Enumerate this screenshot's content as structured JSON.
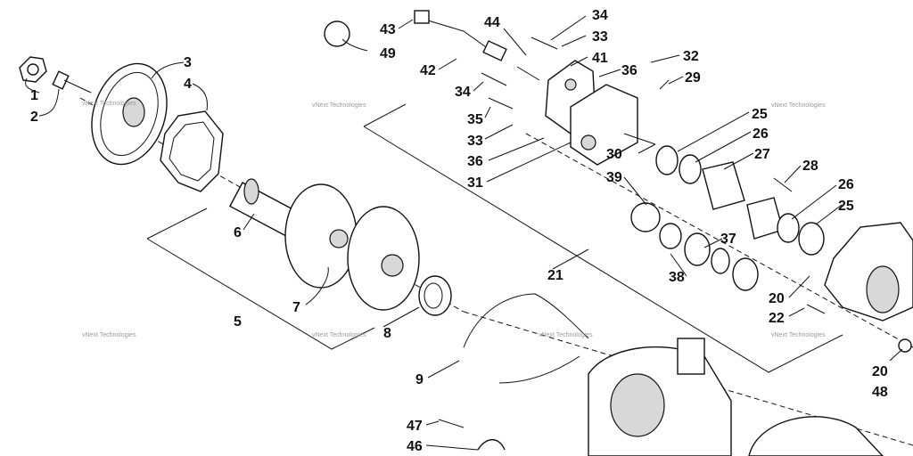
{
  "callouts": [
    {
      "label": "1"
    },
    {
      "label": "2"
    },
    {
      "label": "3"
    },
    {
      "label": "4"
    },
    {
      "label": "5"
    },
    {
      "label": "6"
    },
    {
      "label": "7"
    },
    {
      "label": "8"
    },
    {
      "label": "9"
    },
    {
      "label": "20"
    },
    {
      "label": "20"
    },
    {
      "label": "21"
    },
    {
      "label": "22"
    },
    {
      "label": "25"
    },
    {
      "label": "25"
    },
    {
      "label": "26"
    },
    {
      "label": "26"
    },
    {
      "label": "27"
    },
    {
      "label": "28"
    },
    {
      "label": "29"
    },
    {
      "label": "30"
    },
    {
      "label": "31"
    },
    {
      "label": "32"
    },
    {
      "label": "33"
    },
    {
      "label": "33"
    },
    {
      "label": "34"
    },
    {
      "label": "34"
    },
    {
      "label": "35"
    },
    {
      "label": "36"
    },
    {
      "label": "36"
    },
    {
      "label": "37"
    },
    {
      "label": "38"
    },
    {
      "label": "39"
    },
    {
      "label": "41"
    },
    {
      "label": "42"
    },
    {
      "label": "43"
    },
    {
      "label": "44"
    },
    {
      "label": "46"
    },
    {
      "label": "47"
    },
    {
      "label": "48"
    },
    {
      "label": "49"
    }
  ],
  "watermark": {
    "text": "vNext Technologies"
  }
}
